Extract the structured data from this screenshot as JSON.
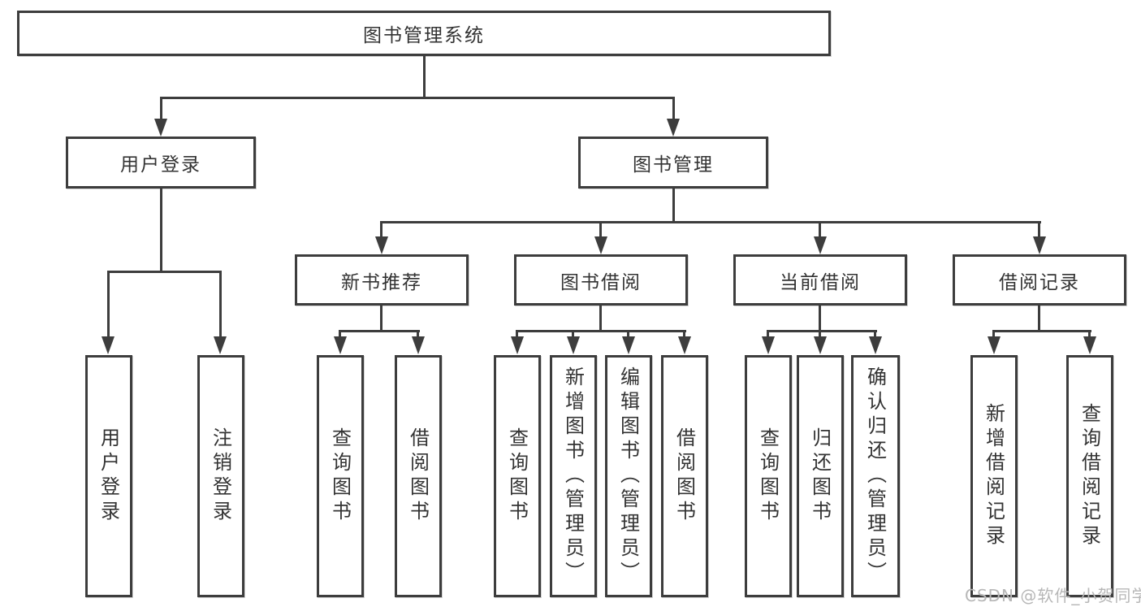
{
  "diagram": {
    "title": "图书管理系统",
    "watermark": "CSDN @软件_小贺同学",
    "colors": {
      "line": "#3d3d3d",
      "node_border": "#3d3d3d",
      "text": "#333333",
      "node_background": "#ffffff",
      "page_background": "#ffffff",
      "watermark": "#b7b7b7"
    },
    "nodes": [
      {
        "id": "library-system",
        "level": 1,
        "label": "图书管理系统"
      },
      {
        "id": "user-login-branch",
        "level": 2,
        "label": "用户登录"
      },
      {
        "id": "book-management",
        "level": 2,
        "label": "图书管理"
      },
      {
        "id": "new-book-recommend",
        "level": 3,
        "label": "新书推荐"
      },
      {
        "id": "book-borrowing",
        "level": 3,
        "label": "图书借阅"
      },
      {
        "id": "current-borrowing",
        "level": 3,
        "label": "当前借阅"
      },
      {
        "id": "borrowing-records",
        "level": 3,
        "label": "借阅记录"
      },
      {
        "id": "leaf-user-login",
        "level": 4,
        "label": "用户登录"
      },
      {
        "id": "leaf-logout",
        "level": 4,
        "label": "注销登录"
      },
      {
        "id": "leaf-query-books-1",
        "level": 4,
        "label": "查询图书"
      },
      {
        "id": "leaf-borrow-books-1",
        "level": 4,
        "label": "借阅图书"
      },
      {
        "id": "leaf-query-books-2",
        "level": 4,
        "label": "查询图书"
      },
      {
        "id": "leaf-add-book-admin",
        "level": 4,
        "label": "新增图书（管理员）"
      },
      {
        "id": "leaf-edit-book-admin",
        "level": 4,
        "label": "编辑图书（管理员）"
      },
      {
        "id": "leaf-borrow-books-2",
        "level": 4,
        "label": "借阅图书"
      },
      {
        "id": "leaf-query-books-3",
        "level": 4,
        "label": "查询图书"
      },
      {
        "id": "leaf-return-book",
        "level": 4,
        "label": "归还图书"
      },
      {
        "id": "leaf-confirm-return-admin",
        "level": 4,
        "label": "确认归还（管理员）"
      },
      {
        "id": "leaf-add-borrow-record",
        "level": 4,
        "label": "新增借阅记录"
      },
      {
        "id": "leaf-query-borrow-record",
        "level": 4,
        "label": "查询借阅记录"
      }
    ],
    "tree": {
      "图书管理系统": {
        "用户登录": [
          "用户登录",
          "注销登录"
        ],
        "图书管理": {
          "新书推荐": [
            "查询图书",
            "借阅图书"
          ],
          "图书借阅": [
            "查询图书",
            "新增图书（管理员）",
            "编辑图书（管理员）",
            "借阅图书"
          ],
          "当前借阅": [
            "查询图书",
            "归还图书",
            "确认归还（管理员）"
          ],
          "借阅记录": [
            "新增借阅记录",
            "查询借阅记录"
          ]
        }
      }
    }
  }
}
